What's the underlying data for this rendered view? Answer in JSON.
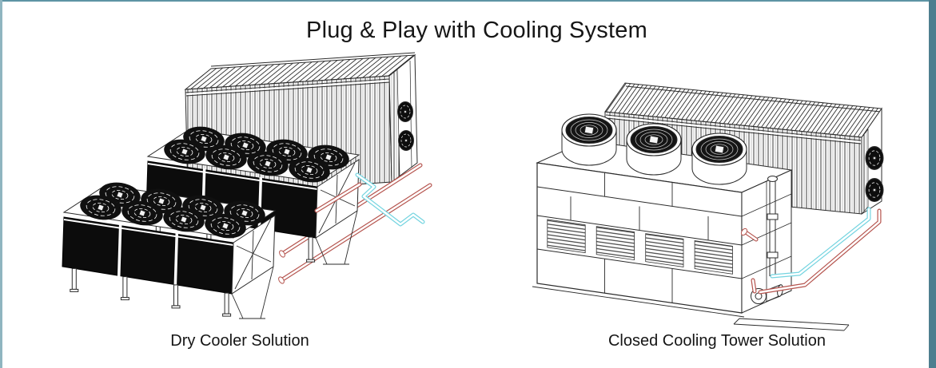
{
  "page": {
    "title": "Plug & Play with Cooling System",
    "background": "#ffffff"
  },
  "figures": [
    {
      "name": "dry-cooler",
      "caption": "Dry Cooler Solution"
    },
    {
      "name": "closed-cooling-tower",
      "caption": "Closed Cooling Tower Solution"
    }
  ],
  "style_colors": {
    "frame_top": "#5d94a4",
    "frame_left": "#8fb5c0",
    "frame_right": "#4d7e8f",
    "line_art": "#2b2b2b",
    "hot_pipe_red": "#b5544e",
    "cold_pipe_cyan": "#74d4e0",
    "fan_black": "#101010"
  }
}
